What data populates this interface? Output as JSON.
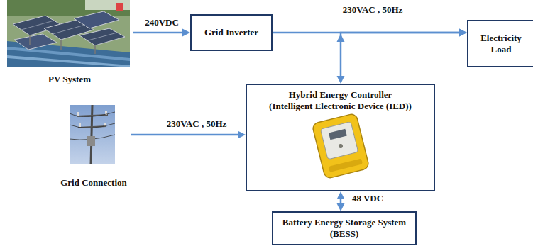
{
  "diagram": {
    "nodes": [
      {
        "text": [
          "PV System"
        ]
      },
      {
        "text": [
          "Grid Inverter"
        ]
      },
      {
        "text": [
          "Electricity Load"
        ]
      },
      {
        "text": [
          "Hybrid Energy Controller",
          "(Intelligent Electronic Device (IED))"
        ]
      },
      {
        "text": [
          "Grid Connection"
        ]
      },
      {
        "text": [
          "Battery Energy Storage System (BESS)"
        ]
      }
    ],
    "edges": [
      {
        "from": 0,
        "to": 1,
        "label": "240VDC",
        "arrow": "to"
      },
      {
        "from": 1,
        "to": 2,
        "label": "230VAC , 50Hz",
        "arrow": "to"
      },
      {
        "from": 3,
        "to": 2,
        "arrow": "both"
      },
      {
        "from": 4,
        "to": 3,
        "label": "230VAC , 50Hz",
        "arrow": "to"
      },
      {
        "from": 5,
        "to": 3,
        "label": "48 VDC",
        "arrow": "both"
      }
    ]
  }
}
